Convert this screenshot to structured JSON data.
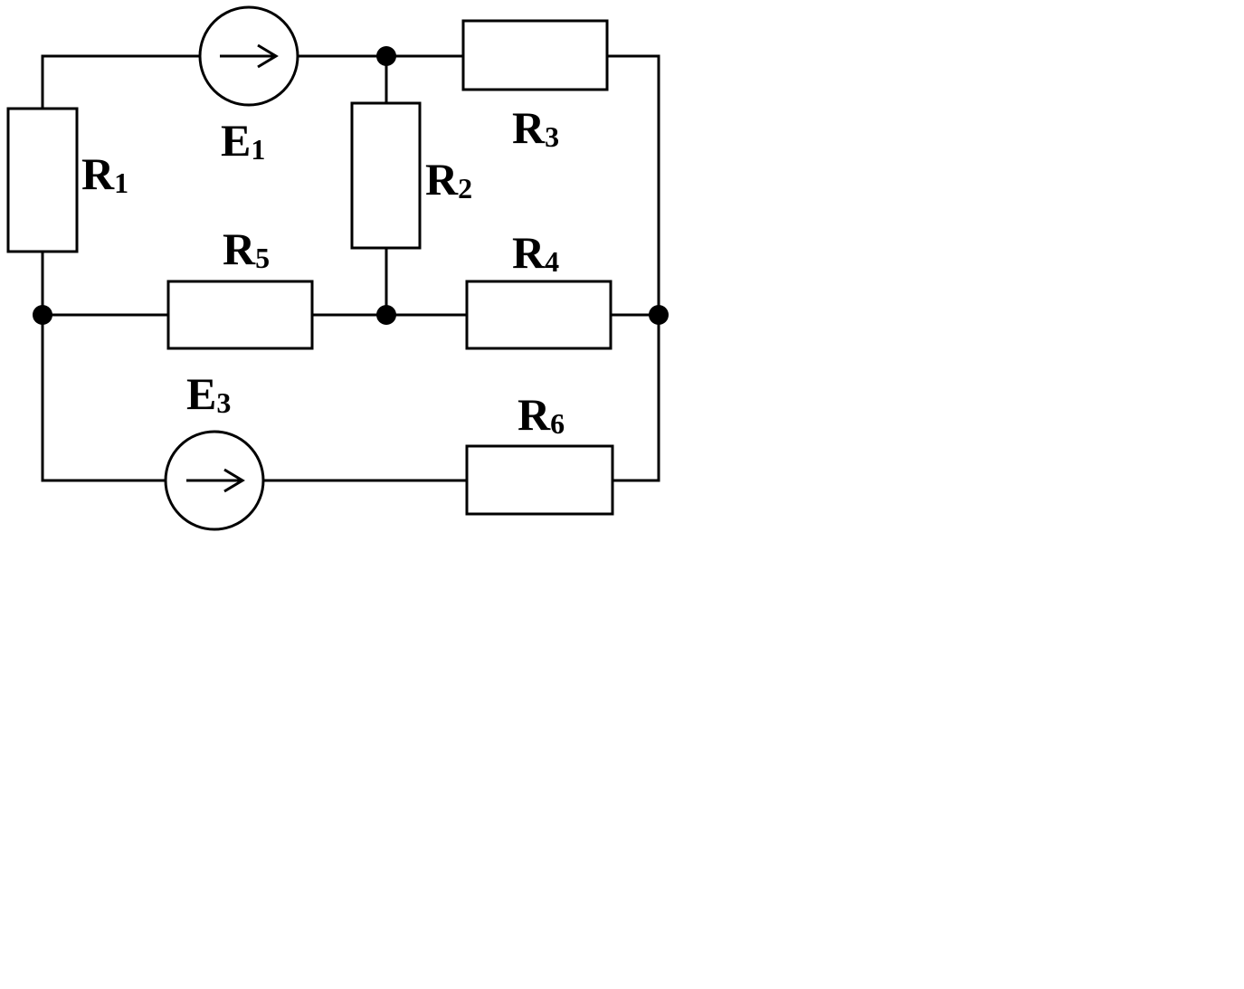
{
  "diagram": {
    "type": "electrical-circuit-schematic",
    "colors": {
      "stroke": "#000000",
      "background": "#ffffff"
    },
    "components": {
      "R1": {
        "kind": "resistor",
        "letter": "R",
        "index": "1"
      },
      "R2": {
        "kind": "resistor",
        "letter": "R",
        "index": "2"
      },
      "R3": {
        "kind": "resistor",
        "letter": "R",
        "index": "3"
      },
      "R4": {
        "kind": "resistor",
        "letter": "R",
        "index": "4"
      },
      "R5": {
        "kind": "resistor",
        "letter": "R",
        "index": "5"
      },
      "R6": {
        "kind": "resistor",
        "letter": "R",
        "index": "6"
      },
      "E1": {
        "kind": "voltage-source",
        "letter": "E",
        "index": "1",
        "direction": "right"
      },
      "E3": {
        "kind": "voltage-source",
        "letter": "E",
        "index": "3",
        "direction": "right"
      }
    },
    "nodes": [
      "top-middle",
      "left-middle",
      "center-middle",
      "right-middle"
    ]
  }
}
